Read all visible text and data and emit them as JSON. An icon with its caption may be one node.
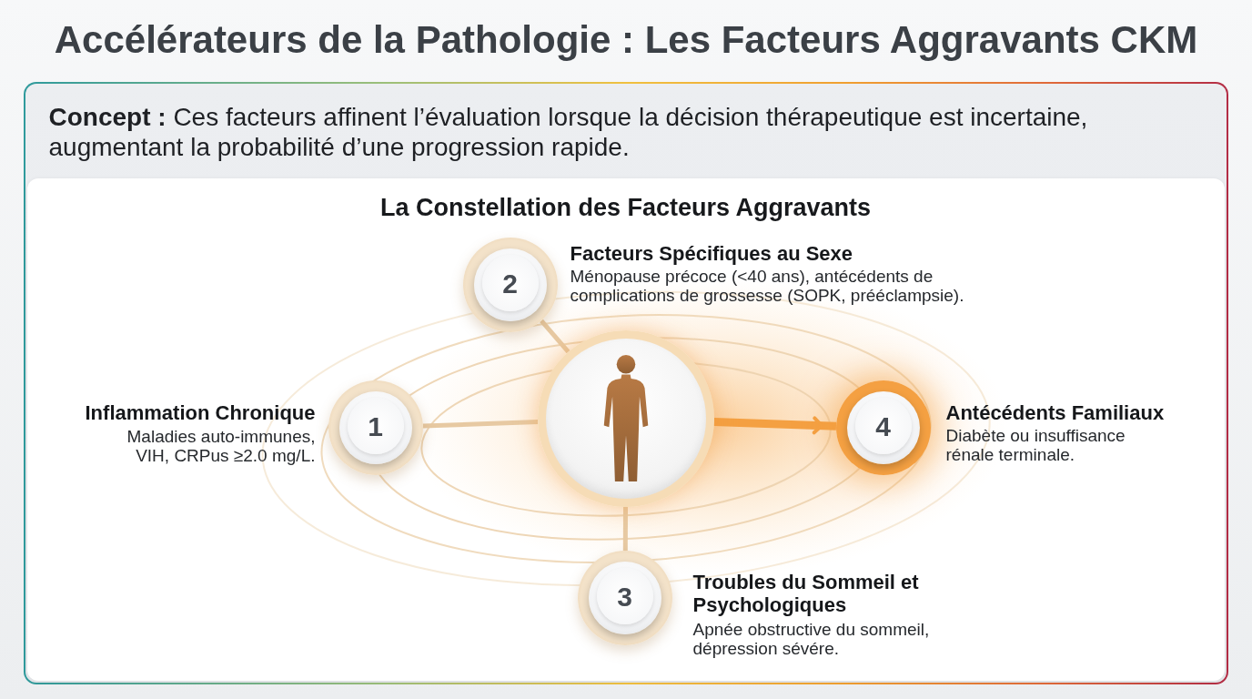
{
  "diagram": {
    "title": "Accélérateurs de la Pathologie : Les Facteurs Aggravants CKM",
    "nodes": [
      {
        "text": [
          "**Concept :** Ces facteurs affinent l’évaluation lorsque la décision thérapeutique est incertaine, augmentant la probabilité d’une progression rapide."
        ]
      },
      {
        "text": [
          "La Constellation des Facteurs Aggravants"
        ],
        "in": 0
      },
      {
        "text": [],
        "shape": "person",
        "in": 1
      },
      {
        "text": [
          "1"
        ],
        "in": 1,
        "beside": [
          "Inflammation Chronique",
          "Maladies auto-immunes, VIH, CRPus ≥2.0 mg/L."
        ]
      },
      {
        "text": [
          "2"
        ],
        "in": 1,
        "beside": [
          "Facteurs Spécifiques au Sexe",
          "Ménopause précoce (<40 ans), antécédents de complications de grossesse (SOPK, prééclampsie)."
        ]
      },
      {
        "text": [
          "3"
        ],
        "in": 1,
        "beside": [
          "Troubles du Sommeil et Psychologiques",
          "Apnée obstructive du sommeil, dépression sévére."
        ]
      },
      {
        "text": [
          "4"
        ],
        "in": 1,
        "beside": [
          "Antécédents Familiaux",
          "Diabète ou insuffisance rénale terminale."
        ]
      }
    ],
    "edges": [
      {
        "from": 2,
        "to": 3,
        "arrow": "none"
      },
      {
        "from": 2,
        "to": 4,
        "arrow": "none"
      },
      {
        "from": 2,
        "to": 5,
        "arrow": "none"
      },
      {
        "from": 2,
        "to": 6,
        "arrow": "to",
        "style": "thick",
        "color": "#f4a042"
      }
    ]
  }
}
